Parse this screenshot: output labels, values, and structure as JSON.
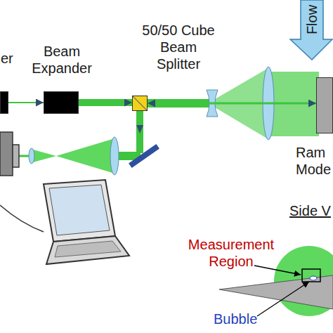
{
  "diagram": {
    "nodes": [
      {
        "text": [
          "er"
        ]
      },
      {
        "text": [
          "Beam Expander"
        ]
      },
      {
        "text": [
          "50/50 Cube Beam Splitter"
        ]
      },
      {
        "text": [
          "Flow"
        ]
      },
      {
        "text": [
          "Ram Mode"
        ]
      }
    ],
    "edges": [
      {
        "from": 0,
        "to": 1,
        "arrow": "to"
      },
      {
        "from": 1,
        "to": 2,
        "arrow": "to"
      },
      {
        "from": 2,
        "to": 4,
        "arrow": "both"
      }
    ],
    "labels": [
      "Side V",
      "Measurement Region",
      "Bubble"
    ]
  }
}
